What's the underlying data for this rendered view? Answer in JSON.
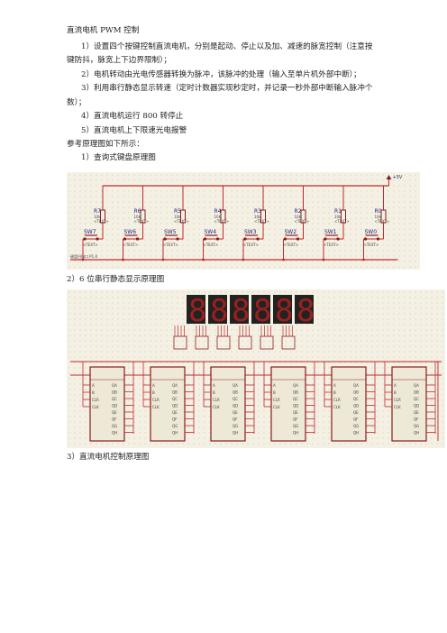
{
  "doc": {
    "title": "直流电机 PWM 控制",
    "items": [
      "1）设置四个按键控制直流电机，分别是起动、停止以及加、减速的脉宽控制（注意按",
      "键防抖，脉宽上下边界限制）；",
      "2）电机转动由光电传感器转换为脉冲，该脉冲的处理（输入至单片机外部中断）；",
      "3）利用串行静态显示转速（定时计数器实现秒定时，并记录一秒外部中断输入脉冲个",
      "数）；",
      "4）直流电机运行 800 转停止",
      "5）直流电机上下限速光电报警",
      "参考原理图如下所示：",
      "1）查询式键盘原理图"
    ],
    "caption2": "2）6 位串行静态显示原理图",
    "caption3": "3）直流电机控制原理图"
  },
  "keyboard": {
    "resistors": [
      "R7",
      "R6",
      "R5",
      "R4",
      "R3",
      "R2",
      "R1",
      "R0"
    ],
    "switches": [
      "SW7",
      "SW6",
      "SW5",
      "SW4",
      "SW3",
      "SW2",
      "SW1",
      "SW0"
    ],
    "res_value": "10k",
    "text_tag": "<TEXT>",
    "vcc_label": "+5V",
    "bus_label": "键盘扫描口 P1.0",
    "colors": {
      "wire": "#c0282d",
      "component": "#8a1c1c",
      "background": "#f4f1e4"
    }
  },
  "display": {
    "digit_count": 6,
    "digit_text": "8",
    "chip_count": 6,
    "chip_pins_left": [
      "A",
      "B",
      "CLR",
      "CLK"
    ],
    "chip_pins_right": [
      "QA",
      "QB",
      "QC",
      "QD",
      "QE",
      "QF",
      "QG",
      "QH"
    ],
    "colors": {
      "digit_bg": "#222222",
      "segment_off": "#6a1414",
      "chip": "#8a1c1c"
    }
  }
}
